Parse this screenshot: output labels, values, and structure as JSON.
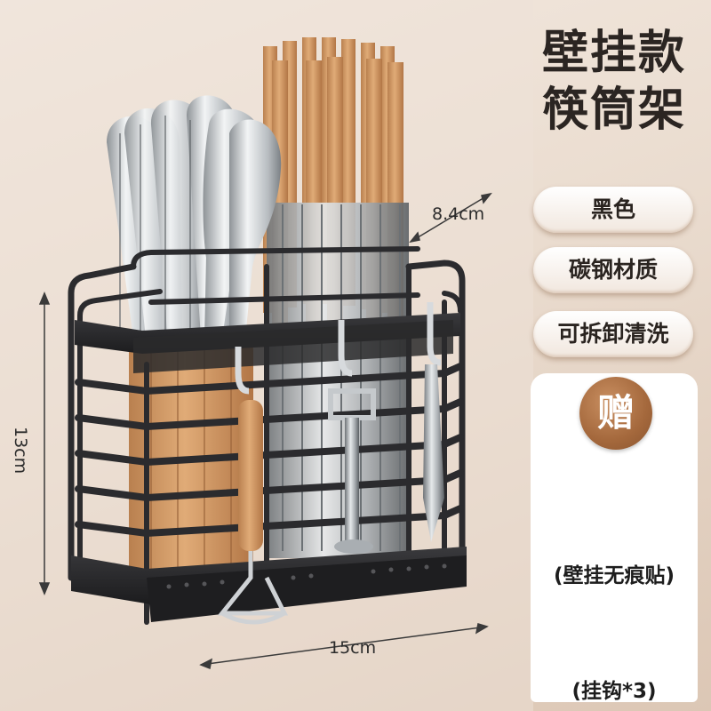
{
  "title": {
    "line1": "壁挂款",
    "line2": "筷筒架"
  },
  "features": [
    "黑色",
    "碳钢材质",
    "可拆卸清洗"
  ],
  "gift": {
    "badge": "赠",
    "item1": "(壁挂无痕贴)",
    "item2": "(挂钩*3)"
  },
  "dimensions": {
    "depth": "8.4cm",
    "height": "13cm",
    "width": "15cm"
  },
  "colors": {
    "accent": "#a4683c",
    "rack": "#2a2a2c",
    "wood": "#c88f5e",
    "wall": "#eadccf"
  }
}
